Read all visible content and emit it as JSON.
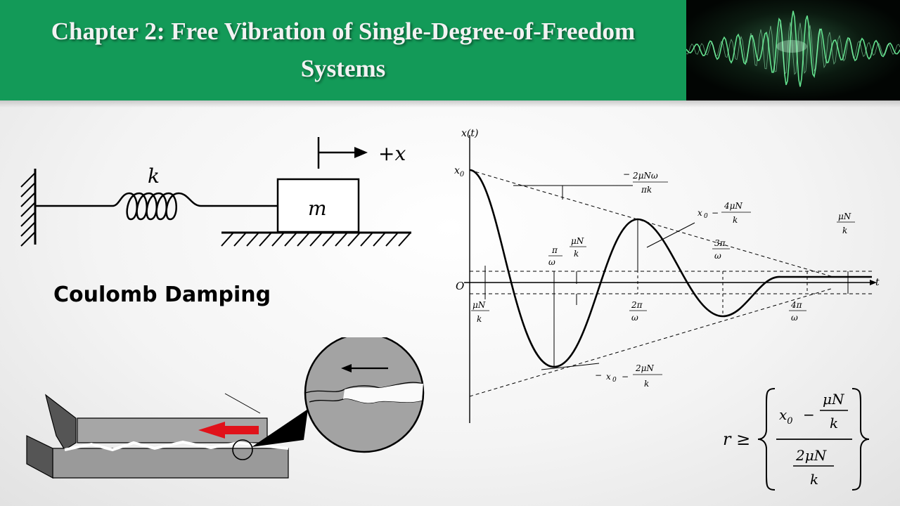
{
  "slide": {
    "title": "Chapter 2: Free Vibration of Single-Degree-of-Freedom Systems",
    "subtitle": "Coulomb Damping"
  },
  "spring_mass": {
    "spring_label": "k",
    "mass_label": "m",
    "direction_label": "+x"
  },
  "response_plot": {
    "y_axis_label": "x(t)",
    "x_axis_label": "t",
    "origin_label": "O",
    "x0_label": "x",
    "x0_sub": "0",
    "labels": {
      "pi": "π",
      "omega": "ω",
      "n": "n",
      "muN": "μN",
      "k": "k",
      "two_pi": "2π",
      "three_pi": "3π",
      "four_pi": "4π",
      "two_muN_omega": "2μNω",
      "pi_k": "πk",
      "four_muN": "4μN",
      "two_muN": "2μN",
      "minus": "−"
    }
  },
  "equation": {
    "lhs": "r ≥",
    "num_x": "x",
    "num_sub": "0",
    "num_minus": "−",
    "num_frac_top": "μN",
    "num_frac_bot": "k",
    "den_top": "2μN",
    "den_bot": "k"
  },
  "colors": {
    "banner": "#139a58",
    "arrow_red": "#e0121a",
    "friction_gray": "#9a9a9a"
  }
}
